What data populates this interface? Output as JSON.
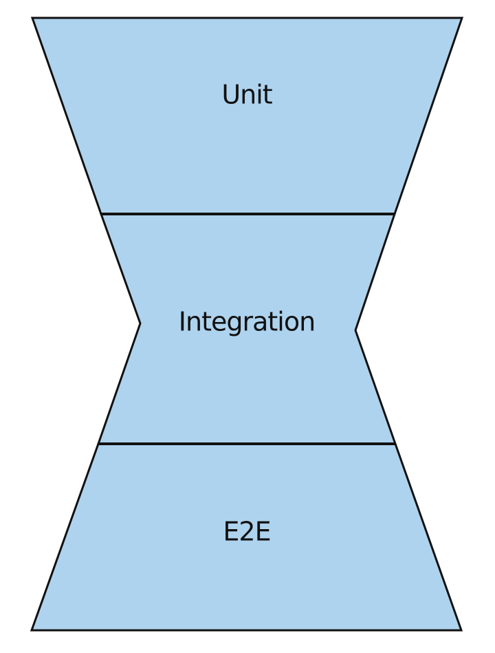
{
  "diagram": {
    "colors": {
      "fill": "#aed3ee",
      "stroke": "#111111",
      "background": "#ffffff"
    },
    "layers": [
      {
        "label": "Unit"
      },
      {
        "label": "Integration"
      },
      {
        "label": "E2E"
      }
    ]
  }
}
